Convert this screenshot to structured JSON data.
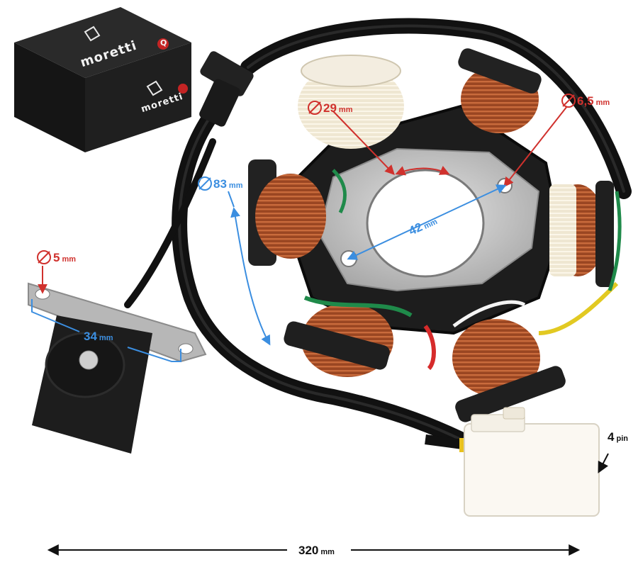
{
  "brand": {
    "name": "moretti",
    "badge_letter": "Q"
  },
  "dimensions": {
    "coil_hole": {
      "value": "29",
      "unit": "mm"
    },
    "mount_hole": {
      "value": "6,5",
      "unit": "mm"
    },
    "arc_span": {
      "value": "83",
      "unit": "mm"
    },
    "inner_diameter": {
      "value": "42",
      "unit": "mm"
    },
    "sensor_hole": {
      "value": "5",
      "unit": "mm"
    },
    "sensor_spacing": {
      "value": "34",
      "unit": "mm"
    },
    "connector_pins": {
      "value": "4",
      "unit": "pin"
    },
    "cable_length": {
      "value": "320",
      "unit": "mm"
    }
  },
  "colors": {
    "accent_red": "#d0312d",
    "accent_blue": "#3b8ee0",
    "copper": "#a8502a",
    "plate": "#cfcfcf",
    "cable": "#161616"
  }
}
